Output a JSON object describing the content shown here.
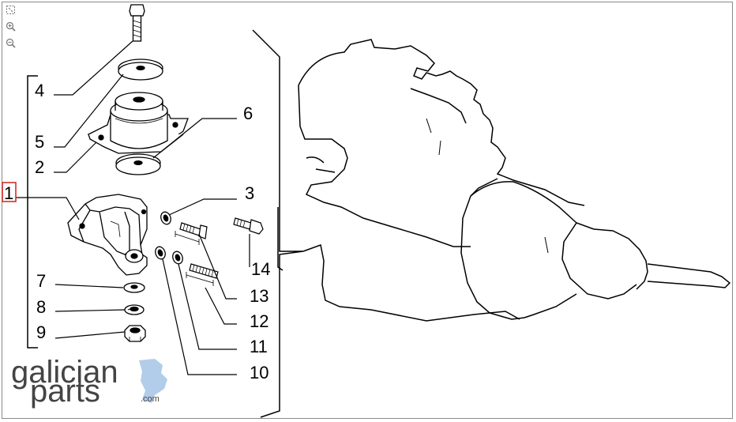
{
  "toolbar": {
    "fit_icon": "fit-to-window-icon",
    "zoom_in_icon": "zoom-in-icon",
    "zoom_out_icon": "zoom-out-icon"
  },
  "callouts": {
    "c1": "1",
    "c2": "2",
    "c3": "3",
    "c4": "4",
    "c5": "5",
    "c6": "6",
    "c7": "7",
    "c8": "8",
    "c9": "9",
    "c10": "10",
    "c11": "11",
    "c12": "12",
    "c13": "13",
    "c14": "14"
  },
  "logo": {
    "line1": "galician",
    "line2": "parts",
    "suffix": ".com"
  },
  "colors": {
    "highlight": "#d0302a",
    "ink": "#000000",
    "logo_blue": "#a9c8e8"
  }
}
